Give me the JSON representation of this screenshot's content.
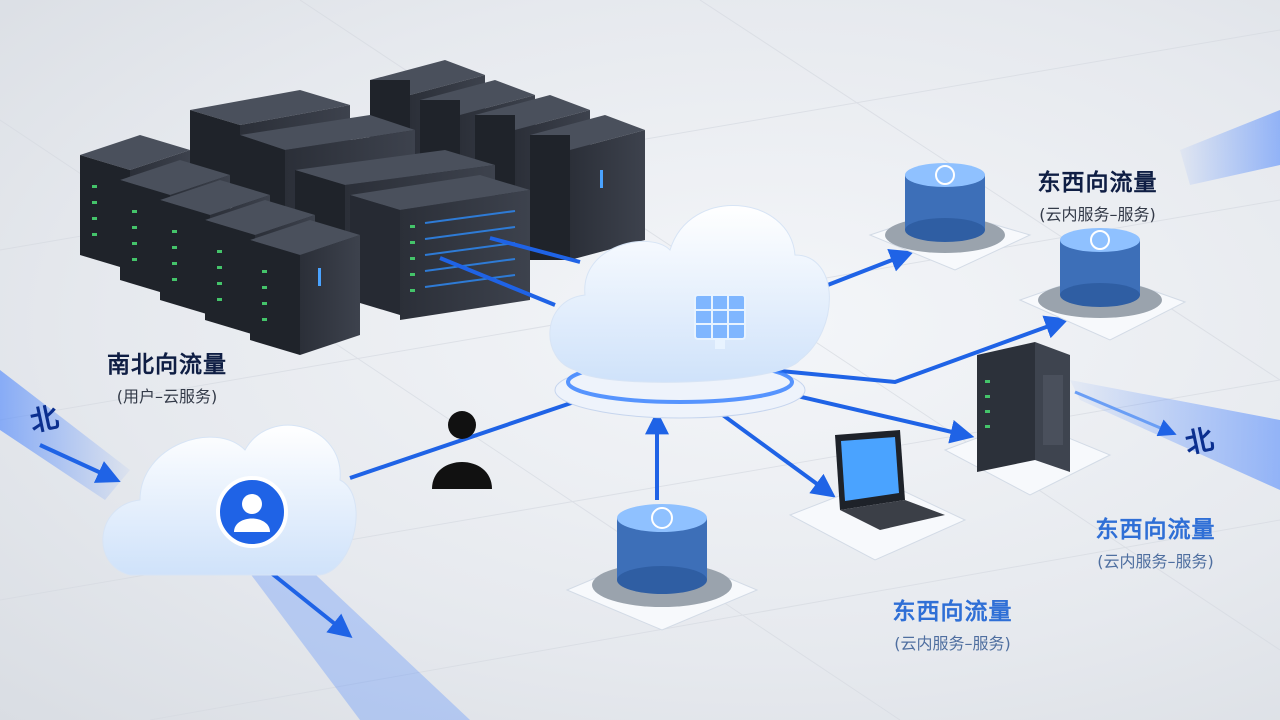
{
  "labels": {
    "north_south": {
      "title": "南北向流量",
      "sub": "(用户–云服务)"
    },
    "east_west_top": {
      "title": "东西向流量",
      "sub": "(云内服务–服务)"
    },
    "east_west_right": {
      "title": "东西向流量",
      "sub": "(云内服务–服务)"
    },
    "east_west_bottom": {
      "title": "东西向流量",
      "sub": "(云内服务–服务)"
    }
  },
  "north_marker_left": "北",
  "north_marker_right": "北",
  "colors": {
    "flow": "#1f63e6",
    "dark_text": "#0f1e44",
    "light_text": "#2f6fd6"
  }
}
